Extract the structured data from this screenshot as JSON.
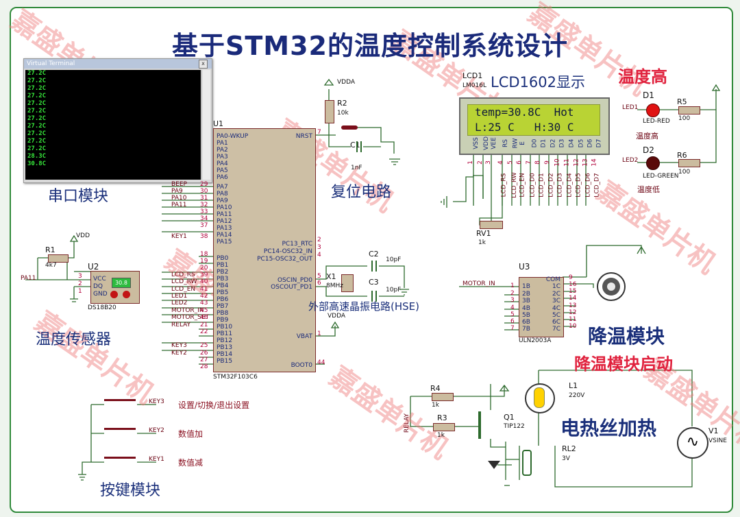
{
  "title": "基于STM32的温度控制系统设计",
  "watermark": "嘉盛单片机",
  "serial": {
    "window_title": "Virtual Terminal",
    "close_glyph": "x",
    "lines": [
      "27.2C",
      "27.2C",
      "27.2C",
      "27.2C",
      "27.2C",
      "27.2C",
      "27.2C",
      "27.2C",
      "27.2C",
      "27.2C",
      "27.2C",
      "28.3C",
      "30.8C"
    ],
    "label": "串口模块"
  },
  "reset": {
    "label": "复位电路",
    "r2": "R2",
    "r2_val": "10k",
    "c1": "C1",
    "c1_val": "1nF",
    "vdda": "VDDA"
  },
  "lcd": {
    "ref": "LCD1",
    "part": "LM016L",
    "title": "LCD1602显示",
    "row1": "temp=30.8C  Hot",
    "row2": "L:25 C   H:30 C",
    "pins": [
      "VSS",
      "VDD",
      "VEE",
      "RS",
      "RW",
      "E",
      "D0",
      "D1",
      "D2",
      "D3",
      "D4",
      "D5",
      "D6",
      "D7"
    ],
    "pin_nums": [
      "1",
      "2",
      "3",
      "4",
      "5",
      "6",
      "7",
      "8",
      "9",
      "10",
      "11",
      "12",
      "13",
      "14"
    ],
    "net_labels": [
      "LCD_RS",
      "LCD_RW",
      "LCD_EN",
      "LCD_D0",
      "LCD_D1",
      "LCD_D2",
      "LCD_D3",
      "LCD_D4",
      "LCD_D5",
      "LCD_D6",
      "LCD_D7"
    ],
    "rv1": "RV1",
    "rv1_val": "1k"
  },
  "leds": {
    "status": "温度高",
    "d1": "D1",
    "d1_net": "LED1",
    "d1_part": "LED-RED",
    "d1_desc": "温度高",
    "r5": "R5",
    "r5_val": "100",
    "d2": "D2",
    "d2_net": "LED2",
    "d2_part": "LED-GREEN",
    "d2_desc": "温度低",
    "r6": "R6",
    "r6_val": "100"
  },
  "mcu": {
    "ref": "U1",
    "part": "STM32F103C6",
    "left_pins": [
      "PA0-WKUP",
      "PA1",
      "PA2",
      "PA3",
      "PA4",
      "PA5",
      "PA6",
      "PA7",
      "PA8",
      "PA9",
      "PA10",
      "PA11",
      "PA12",
      "PA13",
      "PA14",
      "PA15",
      "",
      "PB0",
      "PB1",
      "PB2",
      "PB3",
      "PB4",
      "PB5",
      "PB6",
      "PB7",
      "PB8",
      "PB9",
      "PB10",
      "PB11",
      "PB12",
      "PB13",
      "PB14",
      "PB15"
    ],
    "left_nums": [
      [
        "BEEP",
        "29"
      ],
      [
        "PA9",
        "30"
      ],
      [
        "PA10",
        "31"
      ],
      [
        "PA11",
        "32"
      ],
      [
        "",
        "33"
      ],
      [
        "",
        "34"
      ],
      [
        "",
        "37"
      ],
      [
        "KEY1",
        "38"
      ],
      [
        "",
        "18"
      ],
      [
        "",
        "19"
      ],
      [
        "",
        "20"
      ],
      [
        "LCD_RS",
        "39"
      ],
      [
        "LCD_RW",
        "40"
      ],
      [
        "LCD_EN",
        "41"
      ],
      [
        "LED1",
        "42"
      ],
      [
        "LED2",
        "43"
      ],
      [
        "MOTOR_IN",
        "45"
      ],
      [
        "MOTOR_SET",
        "46"
      ],
      [
        "RELAY",
        "21"
      ],
      [
        "",
        "22"
      ],
      [
        "KEY3",
        "25"
      ],
      [
        "KEY2",
        "26"
      ],
      [
        "",
        "27"
      ],
      [
        "",
        "28"
      ]
    ],
    "right_pins": [
      [
        "NRST",
        "7"
      ],
      [
        "PC13_RTC",
        "2"
      ],
      [
        "PC14-OSC32_IN",
        "3"
      ],
      [
        "PC15-OSC32_OUT",
        "4"
      ],
      [
        "OSCIN_PD0",
        "5"
      ],
      [
        "OSCOUT_PD1",
        "6"
      ],
      [
        "VBAT",
        "1"
      ],
      [
        "BOOT0",
        "44"
      ]
    ],
    "vdda": "VDDA"
  },
  "crystal": {
    "label": "外部高速晶振电路(HSE)",
    "x1": "X1",
    "x1_val": "8MHz",
    "c2": "C2",
    "c3": "C3",
    "c_val": "10pF"
  },
  "sensor": {
    "label": "温度传感器",
    "r1": "R1",
    "r1_val": "4k7",
    "vdd": "VDD",
    "u2": "U2",
    "part": "DS18B20",
    "pins": [
      "VCC",
      "DQ",
      "GND"
    ],
    "pin_nums": [
      "3",
      "2",
      "1"
    ],
    "net": "PA11",
    "reading": "30.8"
  },
  "cooling": {
    "label": "降温模块",
    "status": "降温模块启动",
    "u3": "U3",
    "part": "ULN2003A",
    "net": "MOTOR_IN",
    "inputs": [
      "1B",
      "2B",
      "3B",
      "4B",
      "5B",
      "6B",
      "7B"
    ],
    "input_nums": [
      "1",
      "2",
      "3",
      "4",
      "5",
      "6",
      "7"
    ],
    "outputs": [
      "COM",
      "1C",
      "2C",
      "3C",
      "4C",
      "5C",
      "6C",
      "7C"
    ],
    "output_nums": [
      "9",
      "16",
      "15",
      "14",
      "13",
      "12",
      "11",
      "10"
    ]
  },
  "heater": {
    "label": "电热丝加热",
    "r4": "R4",
    "r3": "R3",
    "r_val": "1k",
    "q1": "Q1",
    "q1_part": "TIP122",
    "l1": "L1",
    "l1_val": "220V",
    "rl2": "RL2",
    "rl2_val": "3V",
    "v1": "V1",
    "v1_part": "VSINE",
    "net": "RELAY"
  },
  "keys": {
    "label": "按键模块",
    "items": [
      {
        "net": "KEY3",
        "desc": "设置/切换/退出设置"
      },
      {
        "net": "KEY2",
        "desc": "数值加"
      },
      {
        "net": "KEY1",
        "desc": "数值减"
      }
    ]
  },
  "colors": {
    "frame": "#2f8a3a",
    "title": "#1a2a7a",
    "accent_red": "#e0213d",
    "lcd_bg": "#b9d334",
    "terminal_text": "#37e83b",
    "mcu_body": "#cdbfa5"
  }
}
